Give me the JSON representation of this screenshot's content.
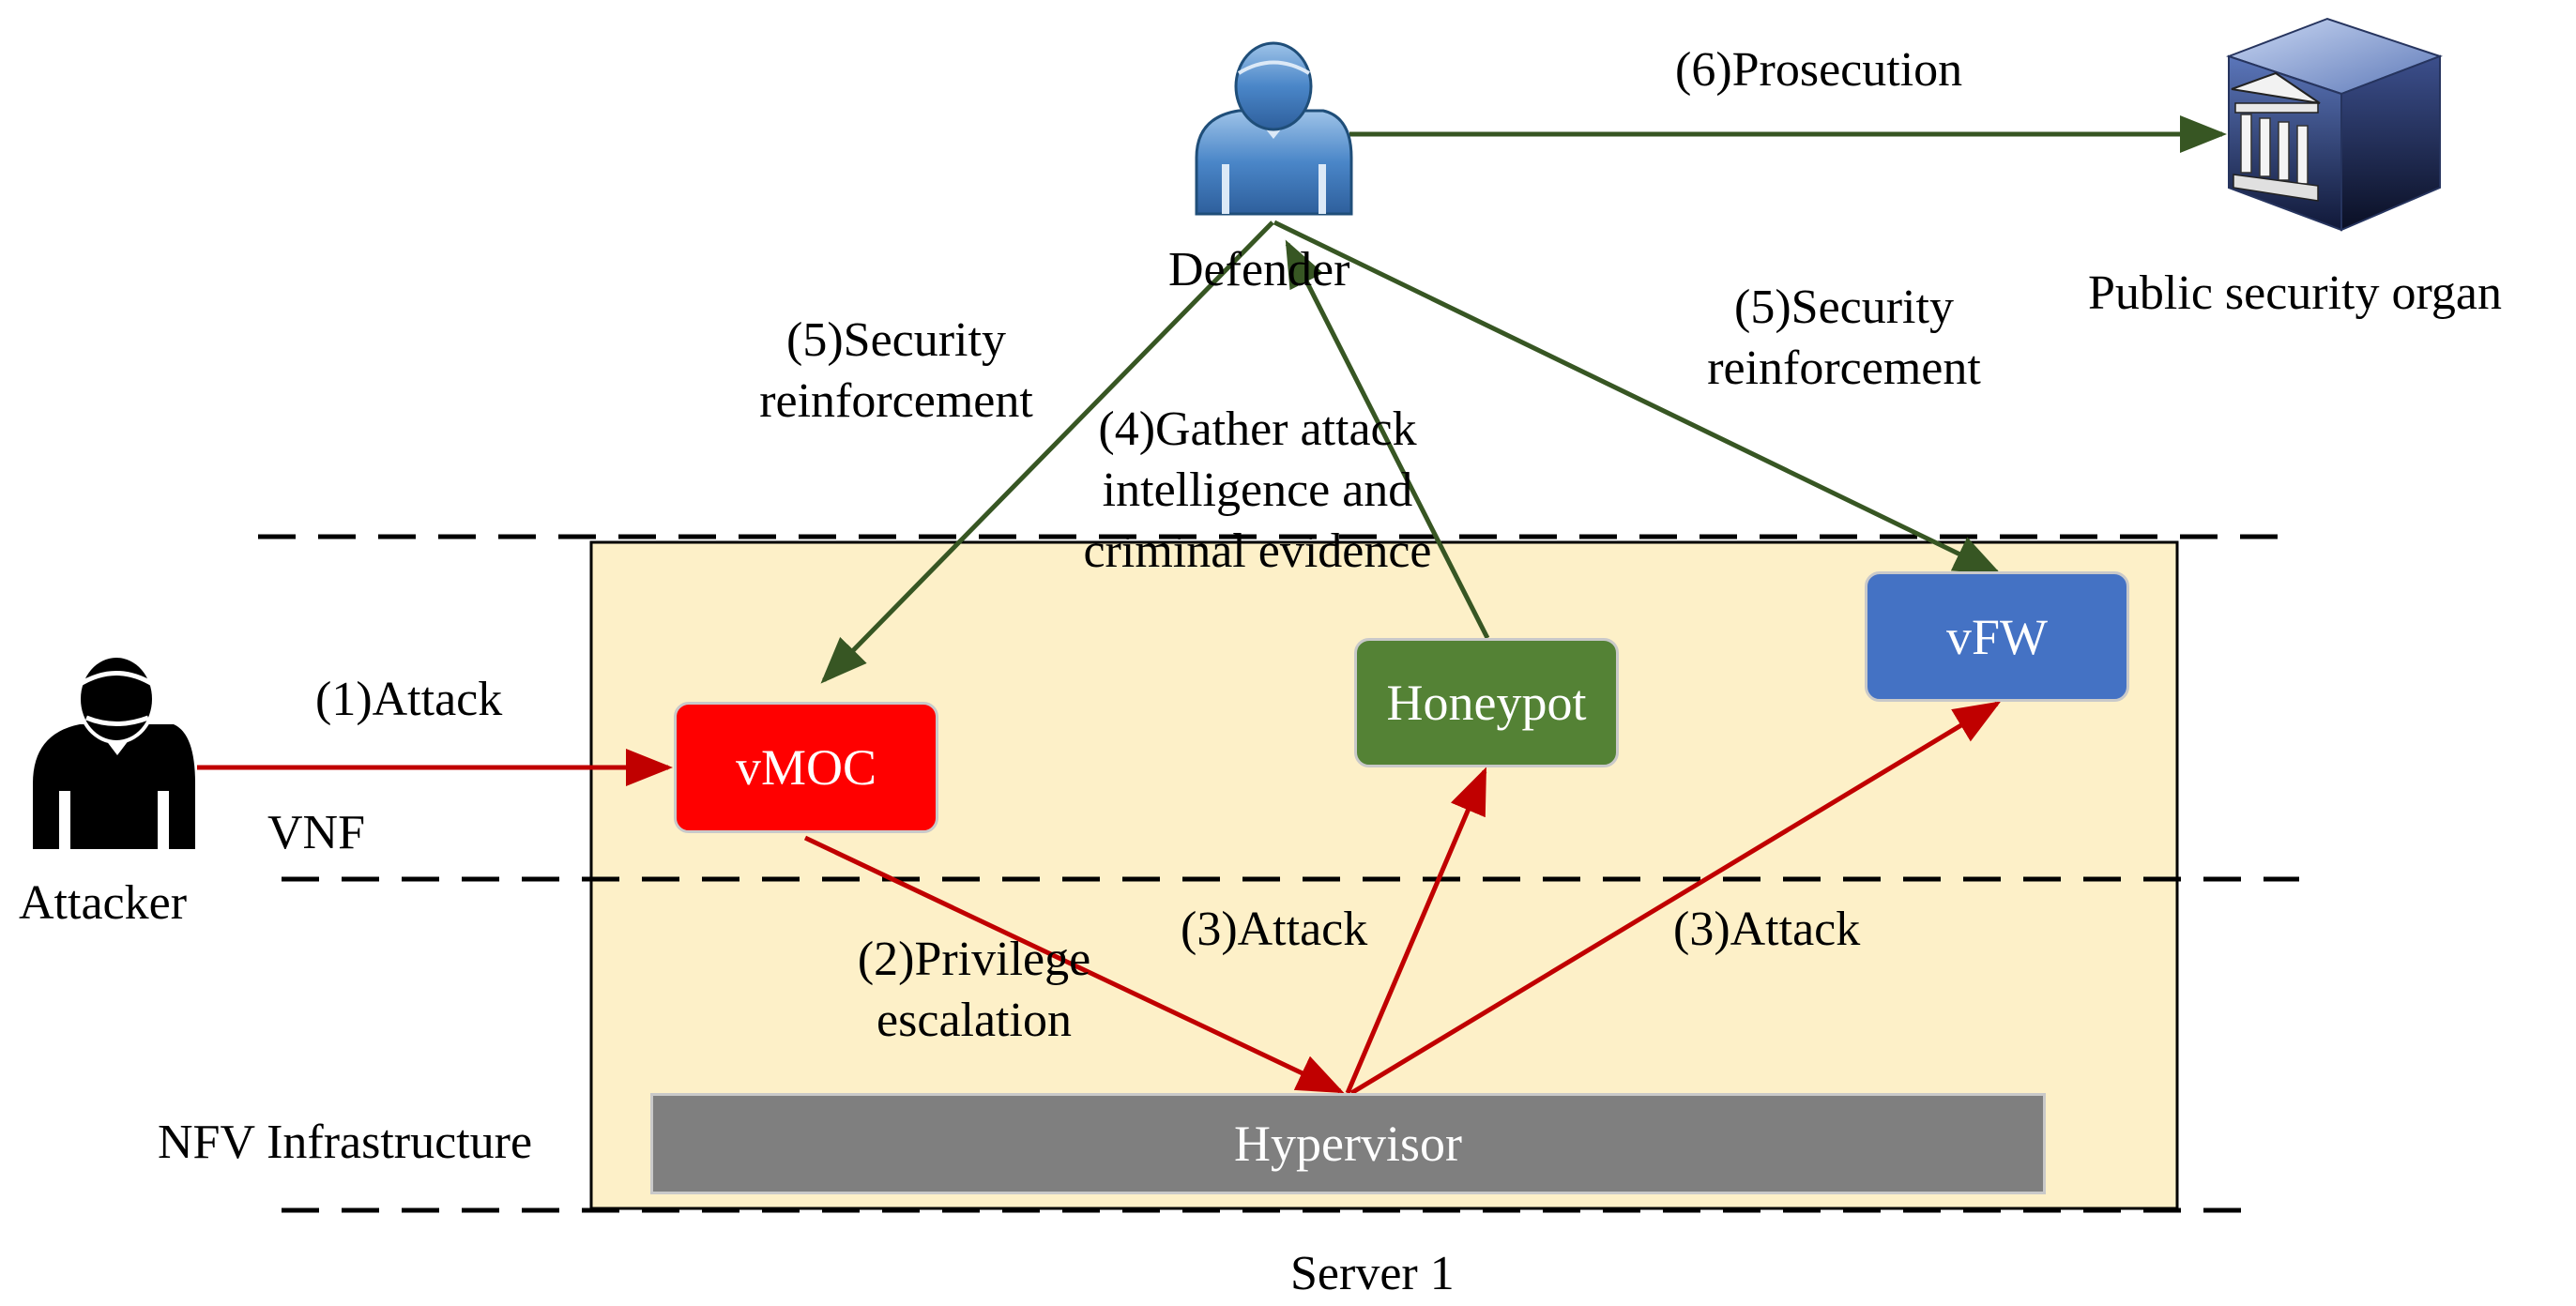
{
  "actors": {
    "attacker": "Attacker",
    "defender": "Defender",
    "police": "Public security organ"
  },
  "nodes": {
    "vmoc": "vMOC",
    "honeypot": "Honeypot",
    "vfw": "vFW",
    "hypervisor": "Hypervisor"
  },
  "layers": {
    "vnf": "VNF",
    "nfvi": "NFV Infrastructure",
    "server": "Server 1"
  },
  "steps": {
    "attack1": "(1)Attack",
    "privilege_1": "(2)Privilege",
    "privilege_2": "escalation",
    "attack3_left": "(3)Attack",
    "attack3_right": "(3)Attack",
    "gather_1": "(4)Gather attack",
    "gather_2": "intelligence and",
    "gather_3": "criminal evidence",
    "security_left_1": "(5)Security",
    "security_left_2": "reinforcement",
    "security_right_1": "(5)Security",
    "security_right_2": "reinforcement",
    "prosecution": "(6)Prosecution"
  },
  "colors": {
    "server_fill": "#fdf0c8",
    "vmoc": "#ff0000",
    "honeypot": "#548235",
    "vfw": "#4472c4",
    "hypervisor": "#7f7f7f",
    "attack_arrow": "#c00000",
    "defense_arrow": "#375623"
  }
}
